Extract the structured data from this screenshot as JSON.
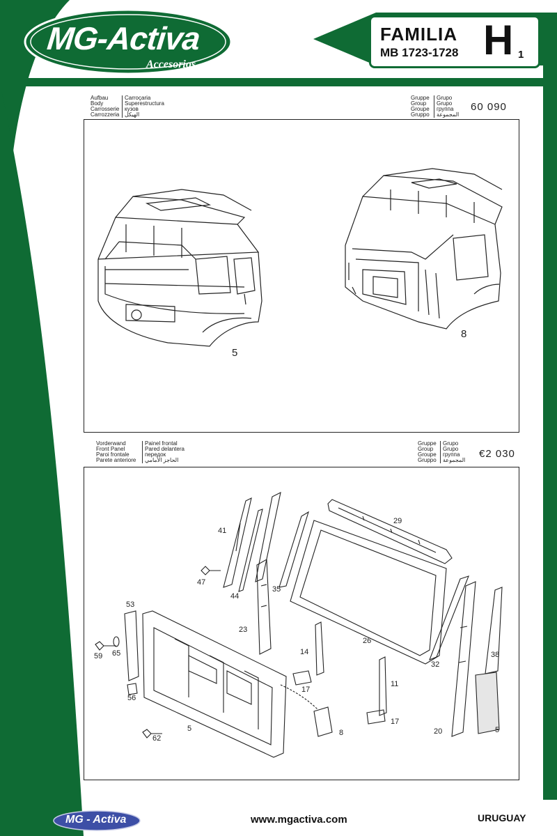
{
  "brand": {
    "logo_text": "MG-Activa",
    "logo_subtitle": "Accesorios",
    "color_green": "#0f6b34"
  },
  "family": {
    "label": "FAMILIA",
    "model": "MB 1723-1728",
    "letter": "H",
    "number": "1"
  },
  "section1": {
    "title_lines": [
      "Aufbau",
      "Body",
      "Carrosserie",
      "Carrozzeria"
    ],
    "title_lines_2": [
      "Carroçaria",
      "Superestructura",
      "кузов",
      "الهيكل"
    ],
    "group_lines": [
      "Gruppe",
      "Group",
      "Groupe",
      "Gruppo"
    ],
    "group_lines_2": [
      "Grupo",
      "Grupo",
      "группа",
      "المجموعة"
    ],
    "code": "60 090",
    "callouts": [
      "5",
      "8"
    ]
  },
  "section2": {
    "title_lines": [
      "Vorderwand",
      "Front Panel",
      "Paroi frontale",
      "Parete anteriore"
    ],
    "title_lines_2": [
      "Painel frontal",
      "Pared delantera",
      "передок",
      "الحاجز الأمامي"
    ],
    "group_lines": [
      "Gruppe",
      "Group",
      "Groupe",
      "Gruppo"
    ],
    "group_lines_2": [
      "Grupo",
      "Grupo",
      "группа",
      "المجموعة"
    ],
    "code": "€2 030",
    "callouts": [
      "29",
      "41",
      "47",
      "44",
      "35",
      "53",
      "23",
      "26",
      "59",
      "65",
      "14",
      "32",
      "38",
      "11",
      "56",
      "17",
      "5",
      "62",
      "8",
      "17",
      "20",
      "5"
    ]
  },
  "footer": {
    "logo_text": "MG - Activa",
    "url": "www.mgactiva.com",
    "country": "URUGUAY"
  }
}
